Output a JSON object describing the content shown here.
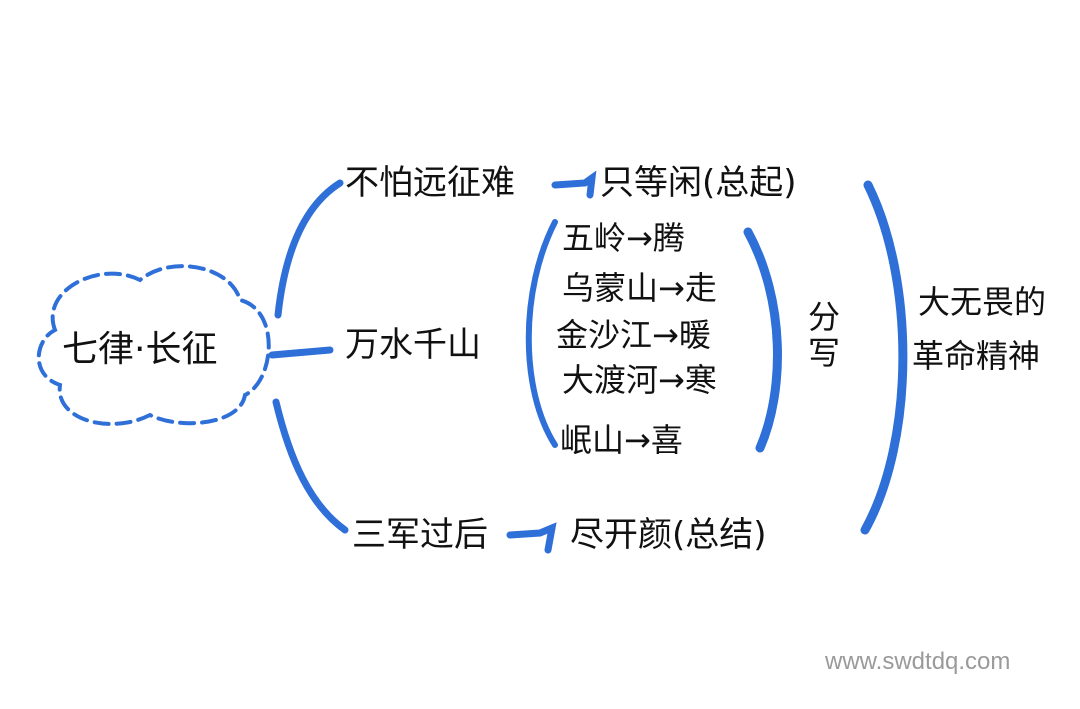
{
  "colors": {
    "accent": "#2f6fd8",
    "ink": "#111111",
    "watermark": "#9a9a9a"
  },
  "root": {
    "label": "七律·长征"
  },
  "branches": [
    {
      "label": "不怕远征难",
      "arrow": "→",
      "result": "只等闲(总起)"
    },
    {
      "label": "万水千山",
      "items": [
        {
          "place": "五岭",
          "arrow": "→",
          "word": "腾"
        },
        {
          "place": "乌蒙山",
          "arrow": "→",
          "word": "走"
        },
        {
          "place": "金沙江",
          "arrow": "→",
          "word": "暖"
        },
        {
          "place": "大渡河",
          "arrow": "→",
          "word": "寒"
        },
        {
          "place": "岷山",
          "arrow": "→",
          "word": "喜"
        }
      ],
      "group_label": "分写"
    },
    {
      "label": "三军过后",
      "arrow": "→",
      "result": "尽开颜(总结)"
    }
  ],
  "summary": {
    "line1": "大无畏的",
    "line2": "革命精神"
  },
  "watermark": "www.swdtdq.com"
}
